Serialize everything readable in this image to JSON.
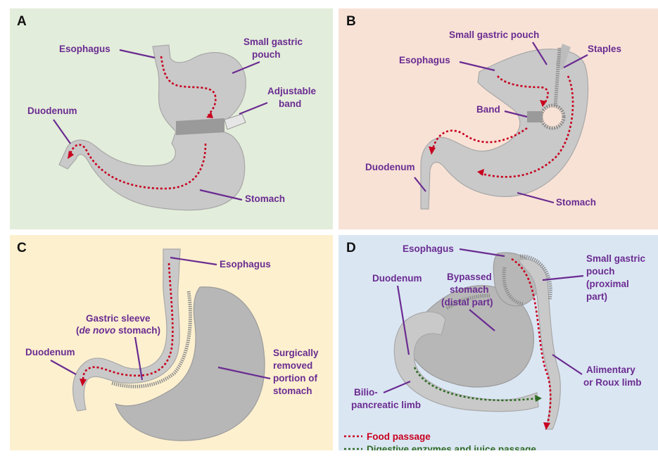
{
  "colors": {
    "panel_a_bg": "#e3eddb",
    "panel_b_bg": "#f8e2d6",
    "panel_c_bg": "#fdf0cf",
    "panel_d_bg": "#dbe6f3",
    "label": "#6a2c91",
    "food": "#c8001e",
    "enzymes": "#2e6b24"
  },
  "panel_a": {
    "letter": "A",
    "esophagus": "Esophagus",
    "pouch_1": "Small gastric",
    "pouch_2": "pouch",
    "band_1": "Adjustable",
    "band_2": "band",
    "duodenum": "Duodenum",
    "stomach": "Stomach"
  },
  "panel_b": {
    "letter": "B",
    "pouch": "Small gastric pouch",
    "staples": "Staples",
    "esophagus": "Esophagus",
    "band": "Band",
    "duodenum": "Duodenum",
    "stomach": "Stomach"
  },
  "panel_c": {
    "letter": "C",
    "esophagus": "Esophagus",
    "sleeve_1": "Gastric sleeve",
    "sleeve_2a": "(",
    "sleeve_2b": "de novo",
    "sleeve_2c": " stomach)",
    "duodenum": "Duodenum",
    "removed_1": "Surgically",
    "removed_2": "removed",
    "removed_3": "portion of",
    "removed_4": "stomach"
  },
  "panel_d": {
    "letter": "D",
    "esophagus": "Esophagus",
    "duodenum": "Duodenum",
    "bypassed_1": "Bypassed",
    "bypassed_2": "stomach",
    "bypassed_3": "(distal part)",
    "pouch_1": "Small gastric",
    "pouch_2": "pouch",
    "pouch_3": "(proximal",
    "pouch_4": "part)",
    "alimentary_1": "Alimentary",
    "alimentary_2": "or Roux limb",
    "bilio_1": "Bilio-",
    "bilio_2": "pancreatic limb",
    "legend_food": "Food passage",
    "legend_enzymes": "Digestive enzymes and juice passage"
  }
}
